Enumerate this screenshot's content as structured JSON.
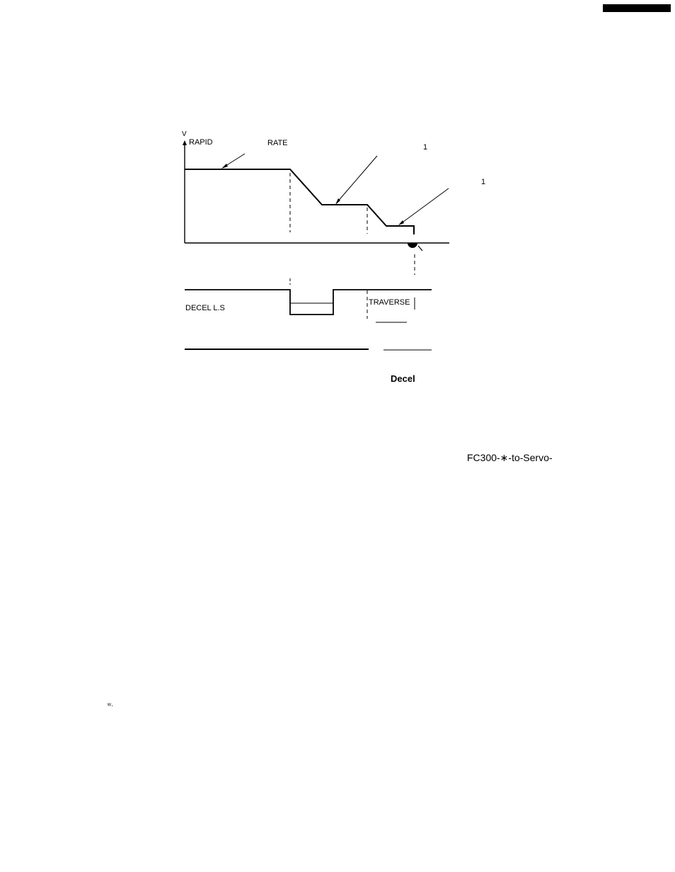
{
  "labels": {
    "v_axis": "V",
    "rapid": "RAPID",
    "rate": "RATE",
    "note1": "1",
    "note2": "1",
    "decel_ls": "DECEL L.S",
    "traverse": "TRAVERSE",
    "decel": "Decel",
    "fc300": "FC300-∗-to-Servo-",
    "stray_mark": "ʷ·"
  },
  "colors": {
    "ink": "#000000",
    "paper": "#ffffff",
    "page_mark": "#000000"
  }
}
